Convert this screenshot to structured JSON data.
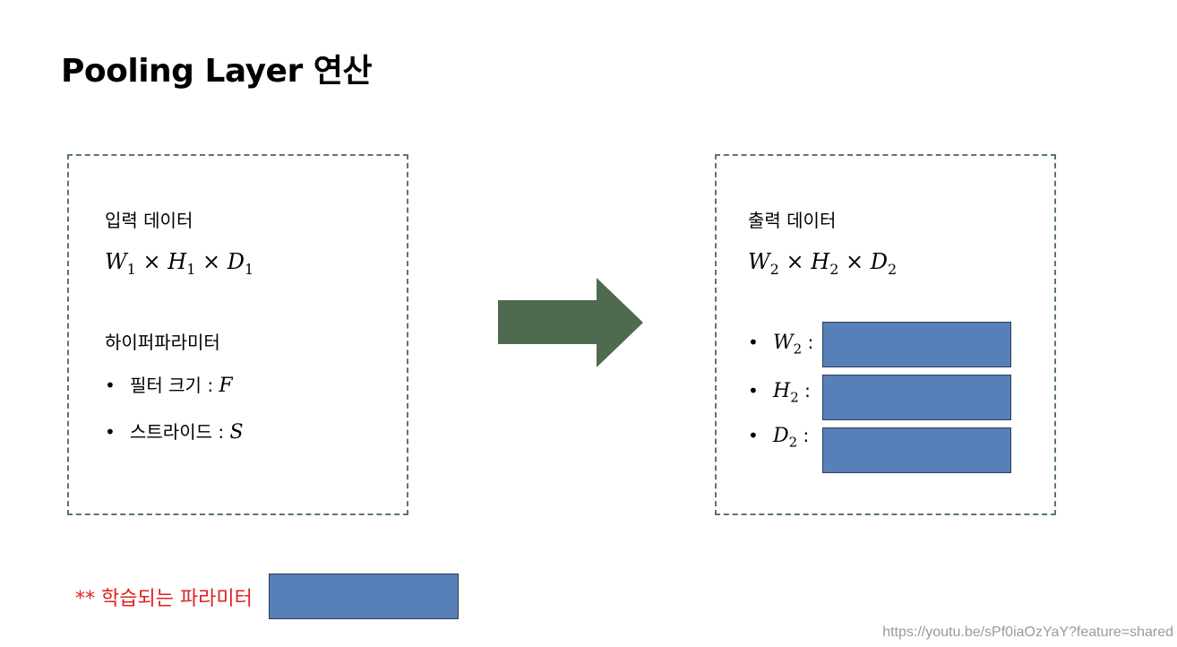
{
  "title": "Pooling Layer 연산",
  "input_box": {
    "label": "입력 데이터",
    "dims": {
      "w": "W",
      "w_sub": "1",
      "h": "H",
      "h_sub": "1",
      "d": "D",
      "d_sub": "1",
      "times": "×"
    },
    "hyper_label": "하이퍼파라미터",
    "params": [
      {
        "bullet": "•",
        "text": "필터 크기 : ",
        "symbol": "F"
      },
      {
        "bullet": "•",
        "text": "스트라이드 : ",
        "symbol": "S"
      }
    ]
  },
  "output_box": {
    "label": "출력 데이터",
    "dims": {
      "w": "W",
      "w_sub": "2",
      "h": "H",
      "h_sub": "2",
      "d": "D",
      "d_sub": "2",
      "times": "×"
    },
    "items": [
      {
        "bullet": "•",
        "symbol": "W",
        "sub": "2",
        "colon": ":"
      },
      {
        "bullet": "•",
        "symbol": "H",
        "sub": "2",
        "colon": ":"
      },
      {
        "bullet": "•",
        "symbol": "D",
        "sub": "2",
        "colon": ":"
      }
    ]
  },
  "note": "** 학습되는 파라미터",
  "source_url": "https://youtu.be/sPf0iaOzYaY?feature=shared",
  "colors": {
    "arrow": "#4e6b50",
    "mask": "#577fb8",
    "note": "#e02020",
    "dashed_border": "#5a7a5a"
  }
}
